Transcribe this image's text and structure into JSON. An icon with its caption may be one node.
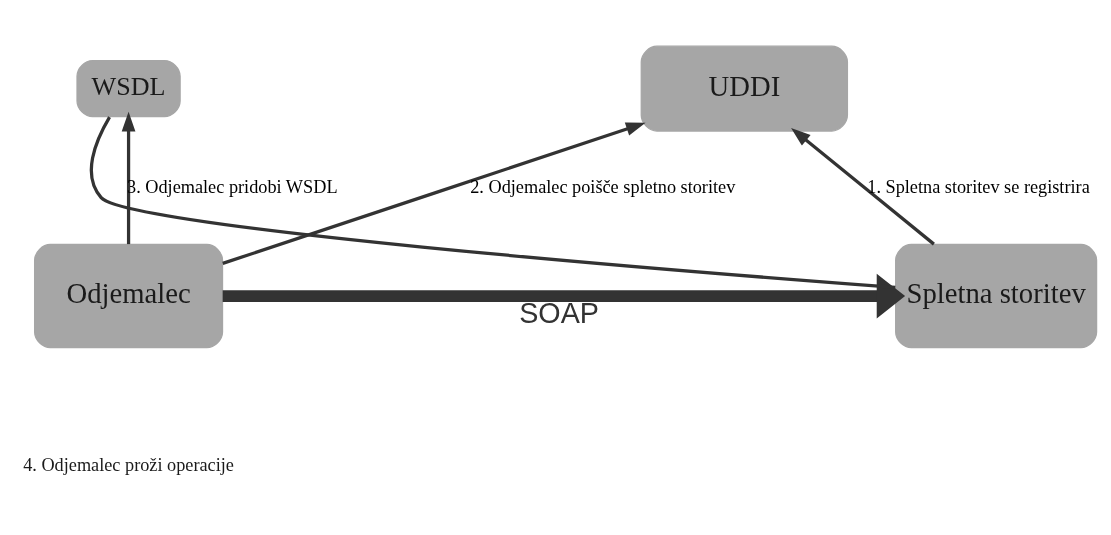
{
  "diagram": {
    "nodes": [
      {
        "text": [
          "UDDI"
        ]
      },
      {
        "text": [
          "Odjemalec"
        ]
      },
      {
        "text": [
          "WSDL"
        ]
      },
      {
        "text": [
          "Spletna storitev"
        ]
      }
    ],
    "edges": [
      {
        "from": 3,
        "to": 0,
        "arrow": "to",
        "label": "1. Spletna storitev se registrira"
      },
      {
        "from": 1,
        "to": 0,
        "arrow": "to",
        "label": "2. Odjemalec poišče spletno storitev"
      },
      {
        "from": 1,
        "to": 2,
        "arrow": "to",
        "label": "3. Odjemalec pridobi WSDL"
      },
      {
        "from": 2,
        "to": 3,
        "arrow": "none"
      },
      {
        "from": 1,
        "to": 3,
        "arrow": "to",
        "label": "SOAP",
        "style": "thick"
      }
    ],
    "labels": [
      "4. Odjemalec proži operacije"
    ]
  }
}
